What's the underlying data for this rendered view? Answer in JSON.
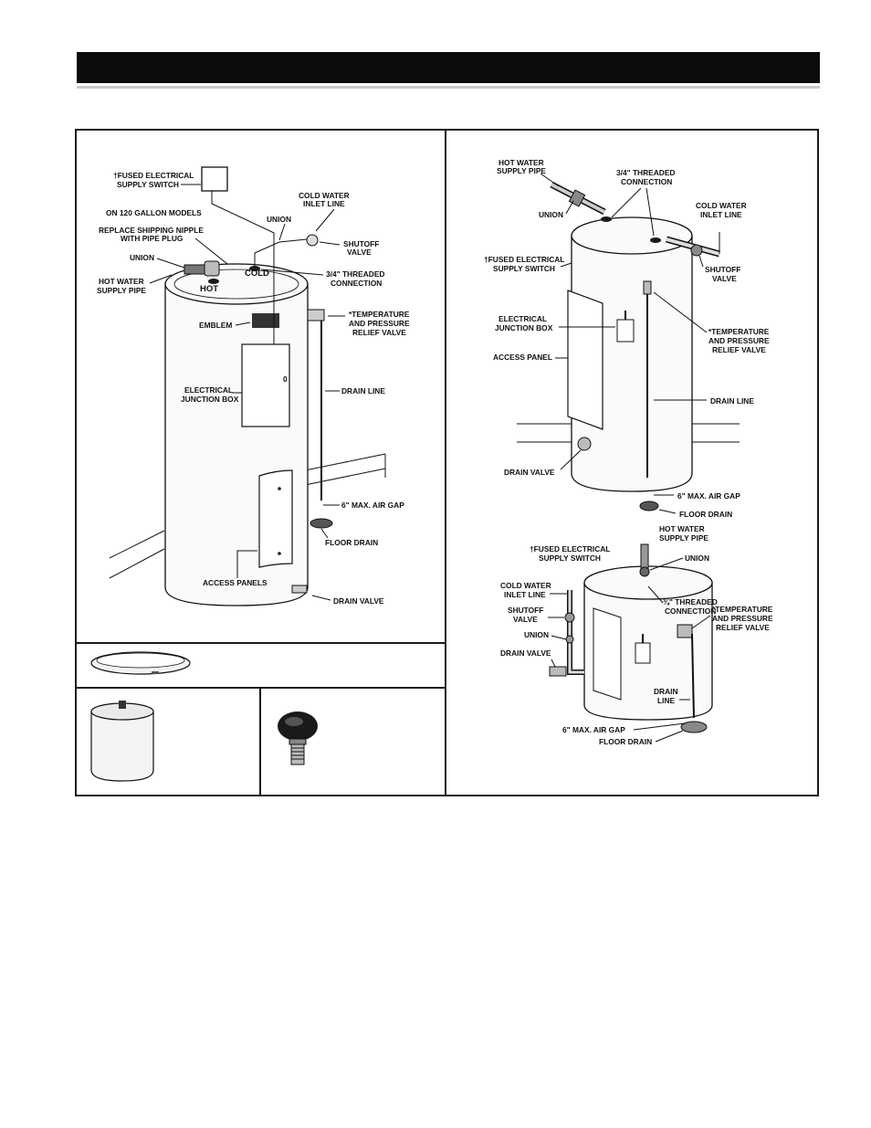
{
  "left_figure": {
    "labels": {
      "fused_switch_1": "†FUSED ELECTRICAL",
      "fused_switch_2": "SUPPLY SWITCH",
      "on_120": "ON 120 GALLON MODELS",
      "replace_1": "REPLACE SHIPPING NIPPLE",
      "replace_2": "WITH PIPE PLUG",
      "union_left": "UNION",
      "hot_water_1": "HOT WATER",
      "hot_water_2": "SUPPLY PIPE",
      "hot": "HOT",
      "cold": "COLD",
      "union_top": "UNION",
      "cold_inlet_1": "COLD WATER",
      "cold_inlet_2": "INLET LINE",
      "shutoff_1": "SHUTOFF",
      "shutoff_2": "VALVE",
      "threaded_1": "3/4\" THREADED",
      "threaded_2": "CONNECTION",
      "emblem": "EMBLEM",
      "tp_1": "*TEMPERATURE",
      "tp_2": "AND PRESSURE",
      "tp_3": "RELIEF VALVE",
      "elec_1": "ELECTRICAL",
      "elec_2": "JUNCTION BOX",
      "box_mark": "0",
      "drain_line": "DRAIN LINE",
      "air_gap": "6\" MAX. AIR GAP",
      "floor_drain": "FLOOR DRAIN",
      "access_panels": "ACCESS PANELS",
      "drain_valve": "DRAIN VALVE"
    }
  },
  "right_top_figure": {
    "labels": {
      "hot_water_1": "HOT WATER",
      "hot_water_2": "SUPPLY PIPE",
      "threaded_1": "3/4\" THREADED",
      "threaded_2": "CONNECTION",
      "union": "UNION",
      "cold_inlet_1": "COLD WATER",
      "cold_inlet_2": "INLET LINE",
      "fused_1": "†FUSED ELECTRICAL",
      "fused_2": "SUPPLY SWITCH",
      "shutoff_1": "SHUTOFF",
      "shutoff_2": "VALVE",
      "elec_1": "ELECTRICAL",
      "elec_2": "JUNCTION BOX",
      "access_panel": "ACCESS PANEL",
      "tp_1": "*TEMPERATURE",
      "tp_2": "AND PRESSURE",
      "tp_3": "RELIEF VALVE",
      "drain_line": "DRAIN LINE",
      "drain_valve": "DRAIN VALVE",
      "air_gap": "6\" MAX. AIR GAP",
      "floor_drain": "FLOOR DRAIN"
    }
  },
  "right_bottom_figure": {
    "labels": {
      "fused_1": "†FUSED ELECTRICAL",
      "fused_2": "SUPPLY SWITCH",
      "hot_1": "HOT  WATER",
      "hot_2": "SUPPLY PIPE",
      "union_top": "UNION",
      "cold_1": "COLD WATER",
      "cold_2": "INLET LINE",
      "shutoff_1": "SHUTOFF",
      "shutoff_2": "VALVE",
      "threaded_1": "¾\" THREADED",
      "threaded_2": "CONNECTION",
      "tp_1": "*TEMPERATURE",
      "tp_2": "AND PRESSURE",
      "tp_3": "RELIEF VALVE",
      "union_left": "UNION",
      "drain_valve": "DRAIN VALVE",
      "drain_line_1": "DRAIN",
      "drain_line_2": "LINE",
      "air_gap": "6\" MAX. AIR GAP",
      "floor_drain": "FLOOR DRAIN"
    }
  }
}
